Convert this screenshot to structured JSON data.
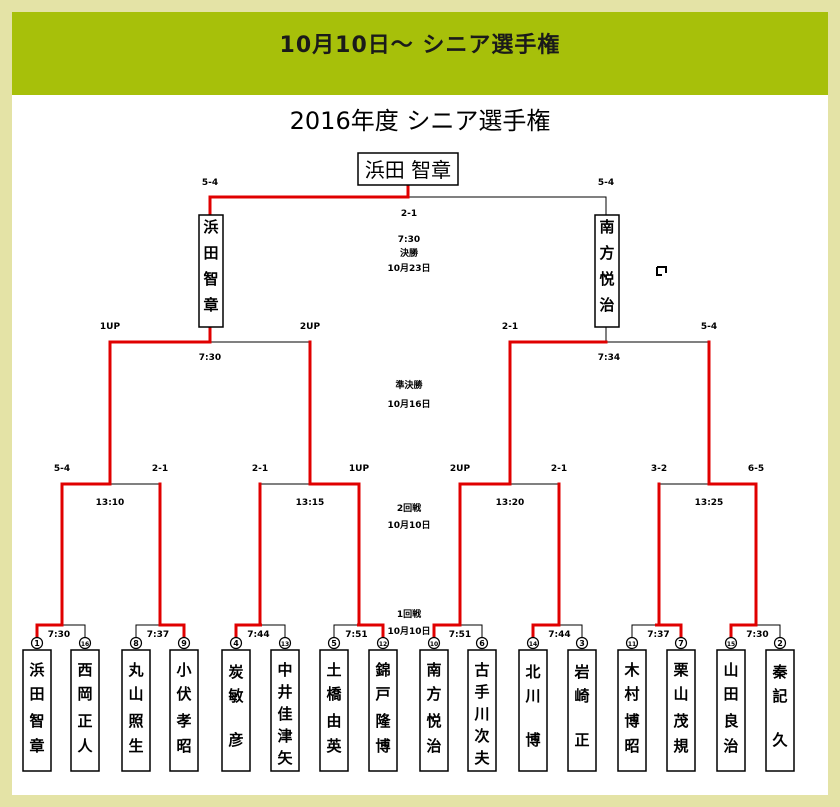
{
  "header": {
    "title": "10月10日～ シニア選手権"
  },
  "diagram": {
    "title": "2016年度 シニア選手権",
    "champion": "浜田 智章",
    "final": {
      "time": "7:30",
      "label": "決勝",
      "date": "10月23日",
      "score": "2-1",
      "left_score": "5-4",
      "right_score": "5-4",
      "left_name": "浜田智章",
      "right_name": "南方悦治"
    },
    "semis": {
      "label": "準決勝",
      "date": "10月16日",
      "left": {
        "time": "7:30",
        "score_a": "1UP",
        "score_b": "2UP"
      },
      "right": {
        "time": "7:34",
        "score_a": "2-1",
        "score_b": "5-4"
      }
    },
    "round2": {
      "label": "2回戦",
      "date": "10月10日",
      "matches": [
        {
          "time": "13:10",
          "score_a": "5-4",
          "score_b": "2-1"
        },
        {
          "time": "13:15",
          "score_a": "2-1",
          "score_b": "1UP"
        },
        {
          "time": "13:20",
          "score_a": "2UP",
          "score_b": "2-1"
        },
        {
          "time": "13:25",
          "score_a": "3-2",
          "score_b": "6-5"
        }
      ]
    },
    "round1": {
      "label": "1回戦",
      "date": "10月10日",
      "matches": [
        {
          "time": "7:30"
        },
        {
          "time": "7:37"
        },
        {
          "time": "7:44"
        },
        {
          "time": "7:51"
        },
        {
          "time": "7:51"
        },
        {
          "time": "7:44"
        },
        {
          "time": "7:37"
        },
        {
          "time": "7:30"
        }
      ]
    },
    "players": [
      {
        "seed": "1",
        "name": "浜田智章"
      },
      {
        "seed": "16",
        "name": "西岡正人"
      },
      {
        "seed": "8",
        "name": "丸山照生"
      },
      {
        "seed": "9",
        "name": "小伏孝昭"
      },
      {
        "seed": "4",
        "name": "炭敏彦"
      },
      {
        "seed": "13",
        "name": "中井佳津矢"
      },
      {
        "seed": "5",
        "name": "土橋由英"
      },
      {
        "seed": "12",
        "name": "錦戸隆博"
      },
      {
        "seed": "10",
        "name": "南方悦治"
      },
      {
        "seed": "6",
        "name": "古手川次夫"
      },
      {
        "seed": "14",
        "name": "北川博"
      },
      {
        "seed": "3",
        "name": "岩崎正"
      },
      {
        "seed": "11",
        "name": "木村博昭"
      },
      {
        "seed": "7",
        "name": "栗山茂規"
      },
      {
        "seed": "15",
        "name": "山田良治"
      },
      {
        "seed": "2",
        "name": "秦記久"
      }
    ],
    "colors": {
      "winner_line": "#e00000",
      "line": "#000000"
    }
  }
}
